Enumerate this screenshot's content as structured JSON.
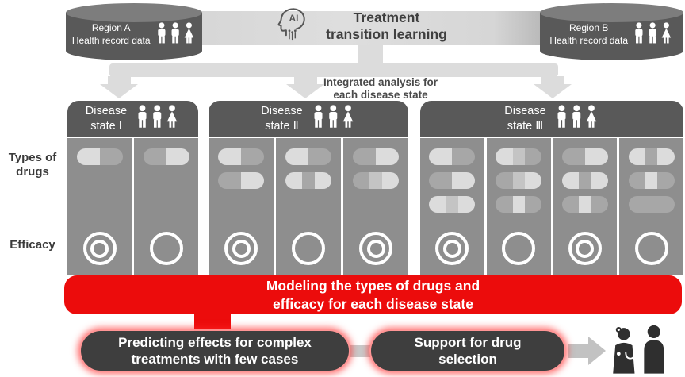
{
  "top": {
    "region_a": {
      "line1": "Region A",
      "line2": "Health record data"
    },
    "region_b": {
      "line1": "Region B",
      "line2": "Health record data"
    },
    "title": {
      "line1": "Treatment",
      "line2": "transition learning"
    },
    "ai_label": "AI"
  },
  "integrated_label": {
    "line1": "Integrated analysis for",
    "line2": "each disease state"
  },
  "side_labels": {
    "types_line1": "Types of",
    "types_line2": "drugs",
    "efficacy": "Efficacy"
  },
  "panels": [
    {
      "title_line1": "Disease",
      "title_line2": "state I",
      "columns": [
        {
          "pills": [
            [
              "light",
              "medium"
            ]
          ],
          "efficacy": "double"
        },
        {
          "pills": [
            [
              "medium",
              "light"
            ]
          ],
          "efficacy": "single"
        }
      ]
    },
    {
      "title_line1": "Disease",
      "title_line2": "state Ⅱ",
      "columns": [
        {
          "pills": [
            [
              "light",
              "medium"
            ],
            [
              "medium",
              "light"
            ]
          ],
          "efficacy": "double"
        },
        {
          "pills": [
            [
              "light",
              "medium"
            ],
            [
              "light",
              "medium",
              "light"
            ]
          ],
          "efficacy": "single"
        },
        {
          "pills": [
            [
              "medium",
              "light"
            ],
            [
              "medium",
              "mid",
              "light"
            ]
          ],
          "efficacy": "double"
        }
      ]
    },
    {
      "title_line1": "Disease",
      "title_line2": "state Ⅲ",
      "columns": [
        {
          "pills": [
            [
              "light",
              "medium"
            ],
            [
              "medium",
              "light"
            ],
            [
              "light",
              "mid",
              "light"
            ]
          ],
          "efficacy": "double"
        },
        {
          "pills": [
            [
              "light",
              "mid",
              "medium"
            ],
            [
              "medium",
              "mid",
              "light"
            ],
            [
              "medium",
              "light",
              "medium"
            ]
          ],
          "efficacy": "single"
        },
        {
          "pills": [
            [
              "medium",
              "light"
            ],
            [
              "light",
              "medium",
              "light"
            ],
            [
              "medium",
              "light",
              "medium"
            ]
          ],
          "efficacy": "double"
        },
        {
          "pills": [
            [
              "light",
              "medium",
              "light"
            ],
            [
              "medium",
              "light",
              "medium"
            ],
            [
              "medium"
            ]
          ],
          "efficacy": "single"
        }
      ]
    }
  ],
  "banner": {
    "line1": "Modeling the types of drugs and",
    "line2": "efficacy for each disease state"
  },
  "outcomes": {
    "box1": {
      "line1": "Predicting effects for complex",
      "line2": "treatments with few cases"
    },
    "box2": {
      "line1": "Support for drug",
      "line2": "selection"
    }
  },
  "colors": {
    "red": "#ec0c0c",
    "panel_header": "#595959",
    "column_bg": "#8e8e8e",
    "arrow_gray": "#dcdcdc",
    "outcome_box": "#3e3e3e",
    "pill_light": "#dcdcdc",
    "pill_mid": "#c4c4c4",
    "pill_medium": "#a7a7a7"
  }
}
